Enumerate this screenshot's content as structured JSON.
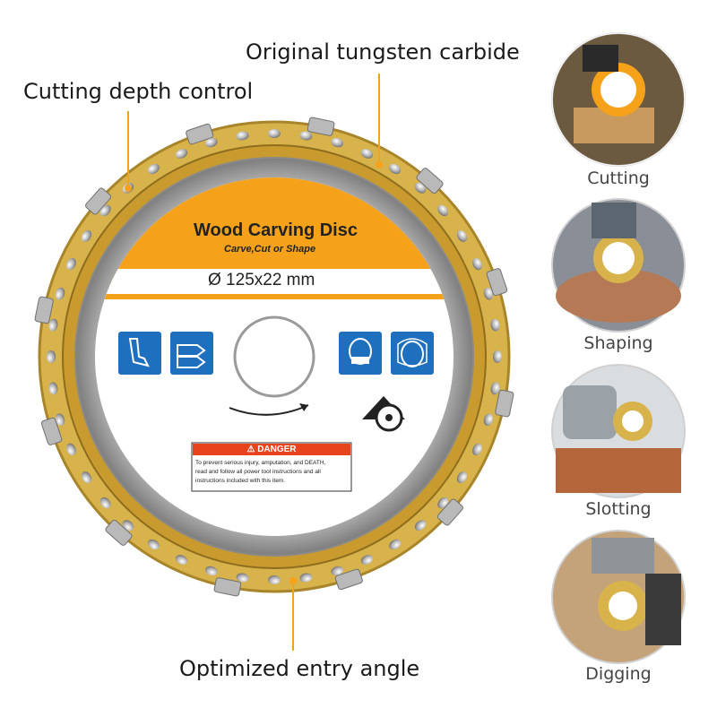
{
  "callouts": {
    "top": "Original tungsten carbide",
    "left": "Cutting depth control",
    "bottom": "Optimized entry angle"
  },
  "disc": {
    "title": "Wood Carving Disc",
    "subtitle": "Carve,Cut or Shape",
    "size": "Ø 125x22 mm",
    "danger_header": "⚠ DANGER",
    "danger_lines": [
      "To prevent serious injury, amputation, and DEATH,",
      "read and follow all power tool instructions and all",
      "instructions included with this item."
    ]
  },
  "uses": [
    {
      "label": "Cutting"
    },
    {
      "label": "Shaping"
    },
    {
      "label": "Slotting"
    },
    {
      "label": "Digging"
    }
  ],
  "colors": {
    "accent": "#f5a21a",
    "danger": "#e8431c",
    "icon_blue": "#1f6fbf",
    "chain_gold": "#c9a132"
  }
}
